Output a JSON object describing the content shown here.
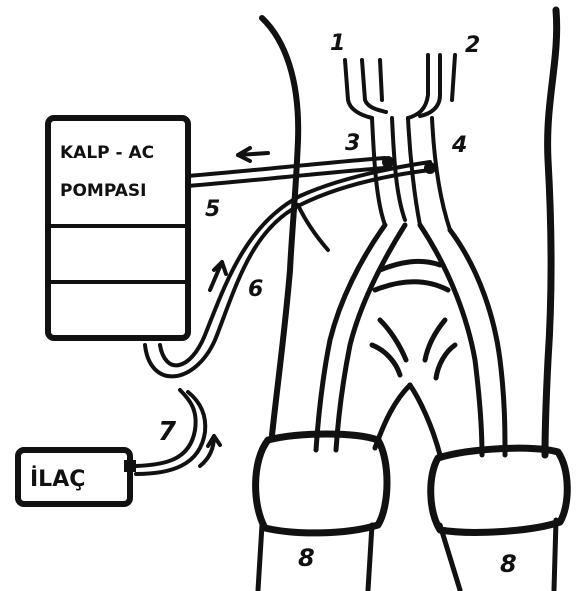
{
  "pump": {
    "line1": "KALP - AC",
    "line2": "POMPASI"
  },
  "drug": {
    "label": "İLAÇ"
  },
  "labels": {
    "n1": "1",
    "n2": "2",
    "n3": "3",
    "n4": "4",
    "n5": "5",
    "n6": "6",
    "n7": "7",
    "n8a": "8",
    "n8b": "8"
  }
}
